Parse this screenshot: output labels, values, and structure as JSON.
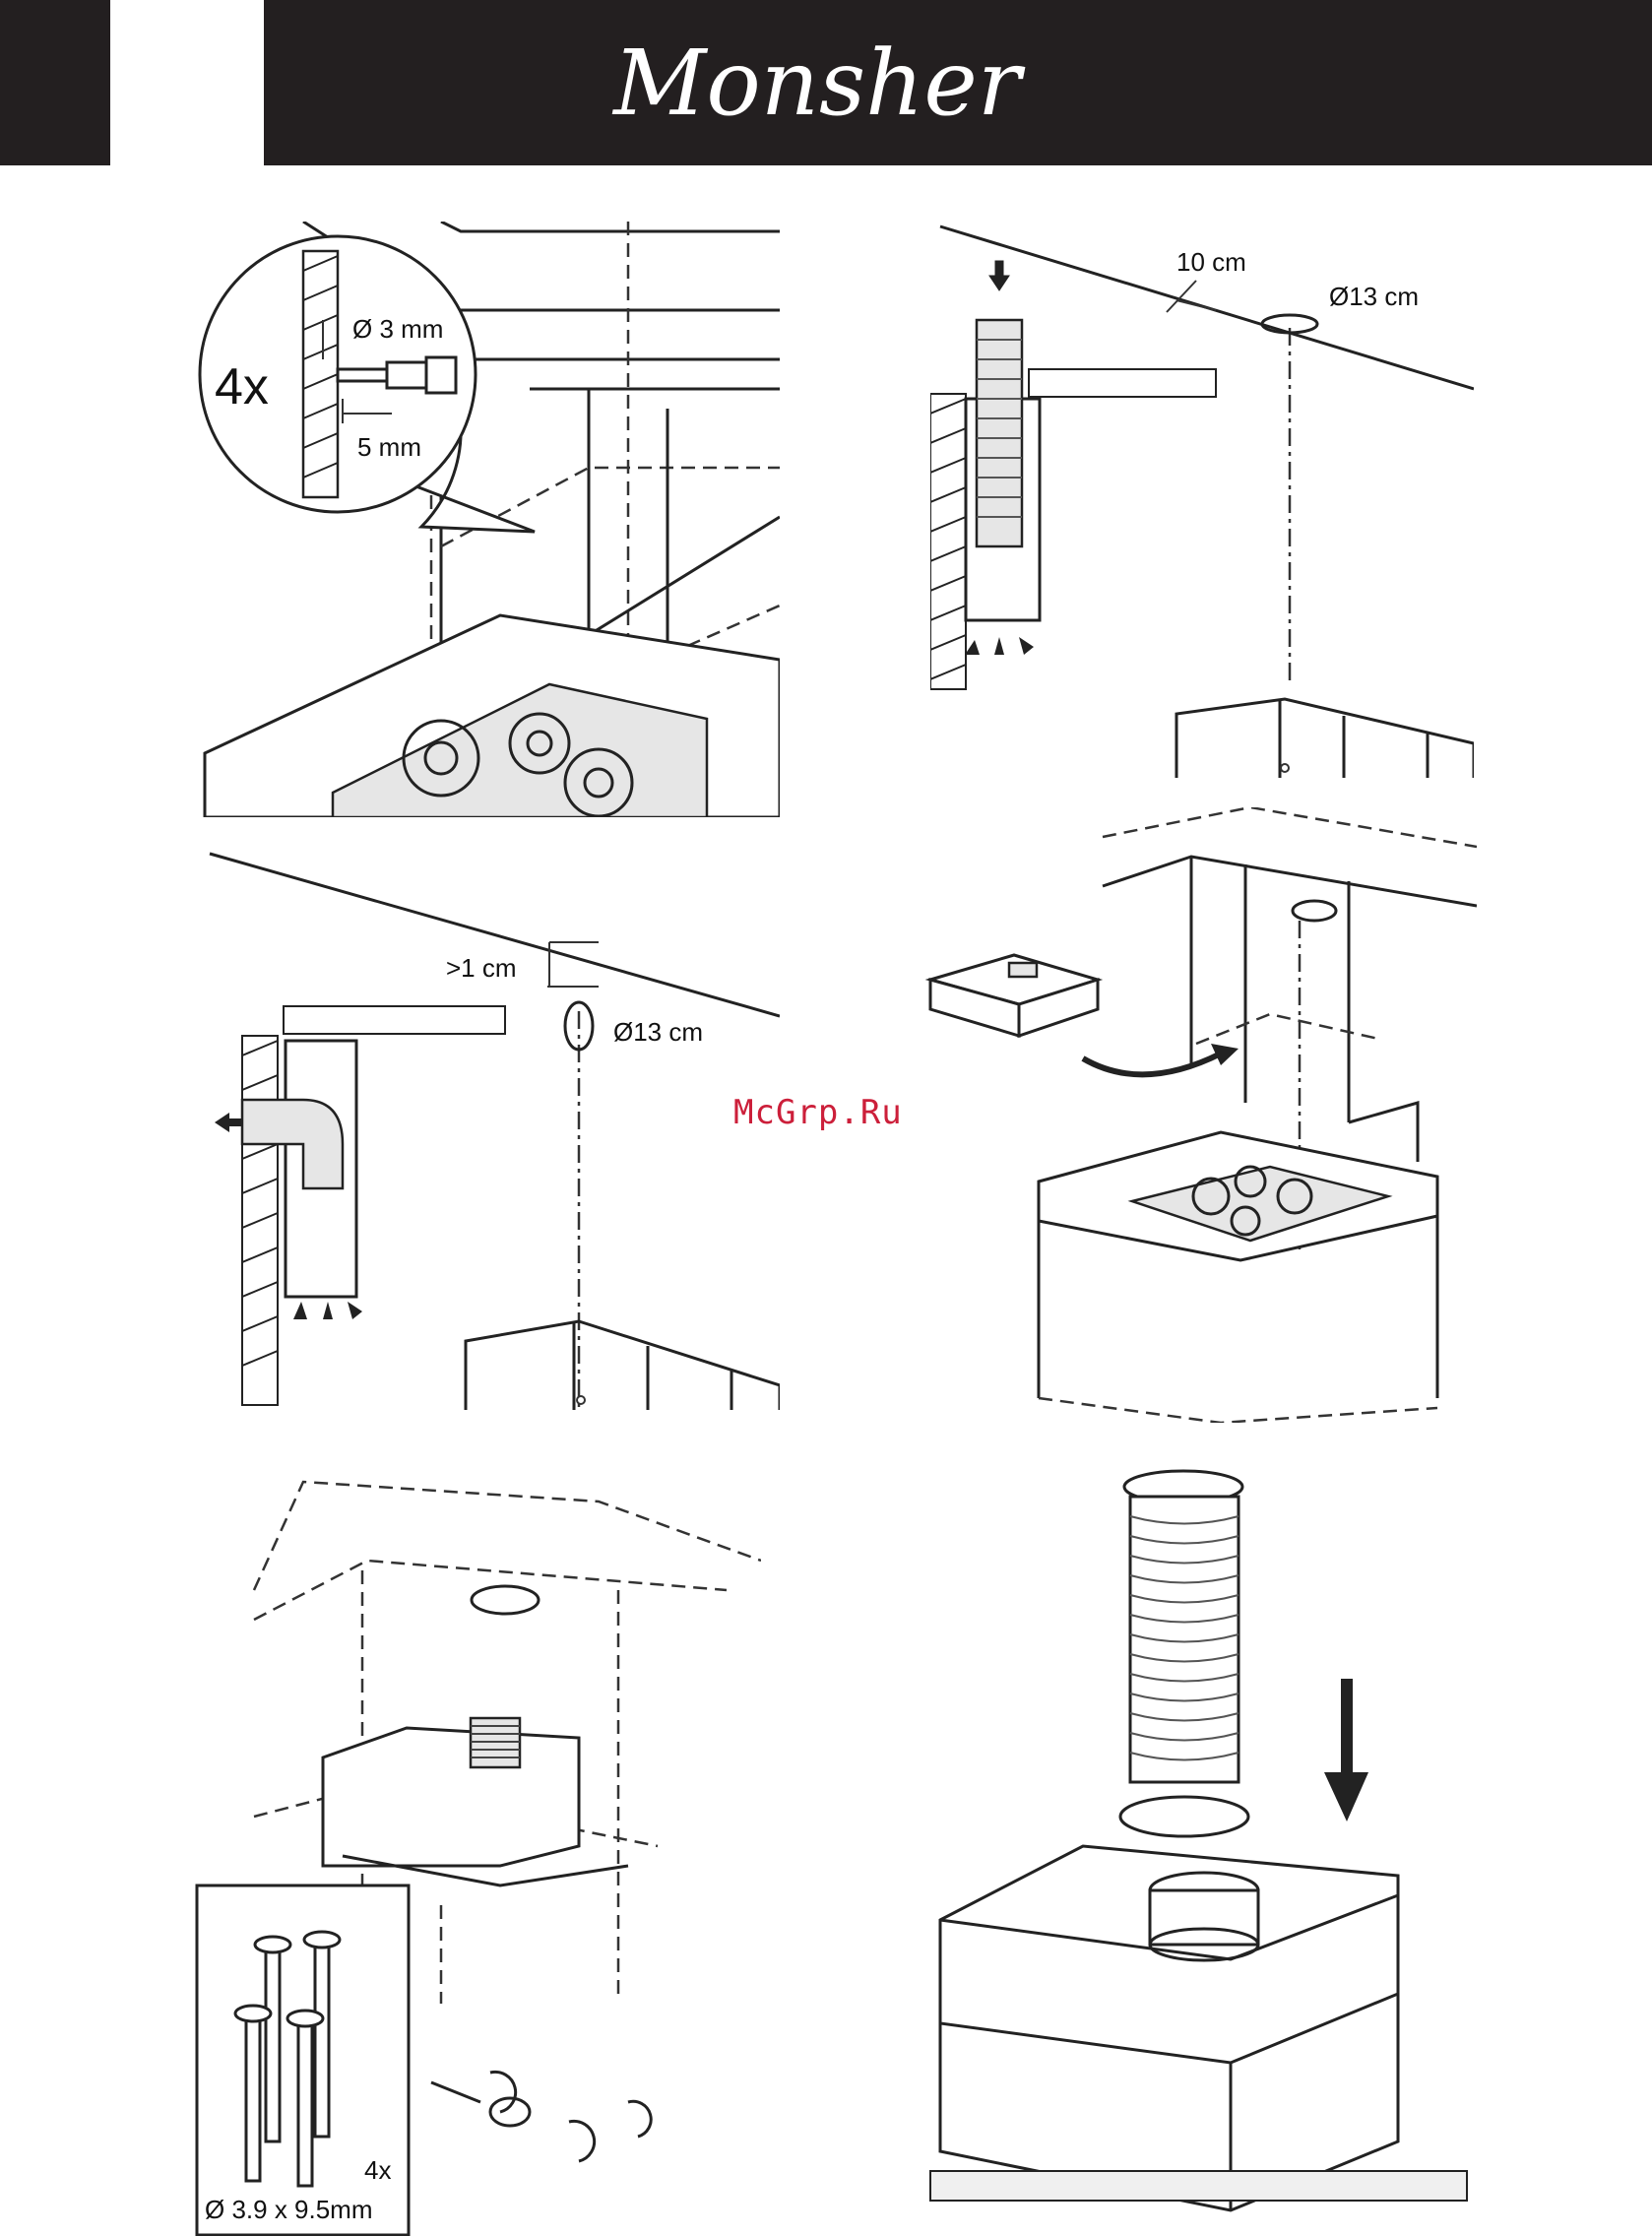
{
  "header": {
    "brand": "Monsher"
  },
  "watermark": "McGrp.Ru",
  "steps": {
    "drill": {
      "count": "4x",
      "diameter": "Ø 3 mm",
      "depth": "5 mm"
    },
    "ceiling_distance": {
      "offset": "10 cm",
      "diameter": "Ø13 cm"
    },
    "wall_exhaust": {
      "gap": ">1 cm",
      "diameter": "Ø13 cm"
    },
    "screws": {
      "count": "4x",
      "size": "Ø 3.9 x 9.5mm"
    }
  },
  "colors": {
    "header": "#231f20",
    "watermark": "#cc1f3a"
  }
}
